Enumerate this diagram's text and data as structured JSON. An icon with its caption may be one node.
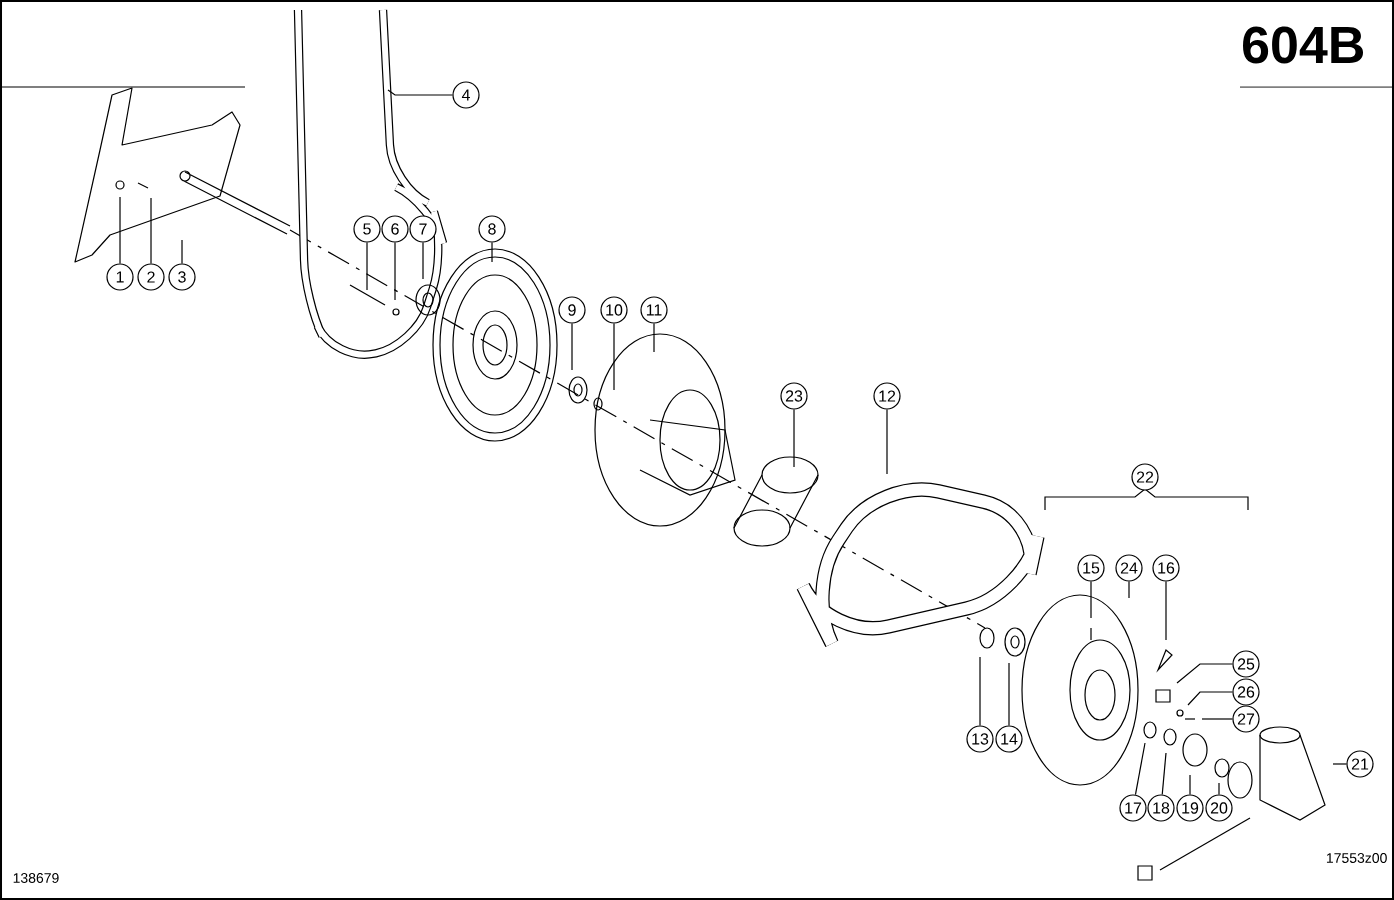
{
  "diagram": {
    "nodes": [
      {
        "text": [
          "1"
        ]
      },
      {
        "text": [
          "2"
        ]
      },
      {
        "text": [
          "3"
        ]
      },
      {
        "text": [
          "4"
        ]
      },
      {
        "text": [
          "5"
        ]
      },
      {
        "text": [
          "6"
        ]
      },
      {
        "text": [
          "7"
        ]
      },
      {
        "text": [
          "8"
        ]
      },
      {
        "text": [
          "9"
        ]
      },
      {
        "text": [
          "10"
        ]
      },
      {
        "text": [
          "11"
        ]
      },
      {
        "text": [
          "12"
        ]
      },
      {
        "text": [
          "13"
        ]
      },
      {
        "text": [
          "14"
        ]
      },
      {
        "text": [
          "15"
        ]
      },
      {
        "text": [
          "16"
        ]
      },
      {
        "text": [
          "17"
        ]
      },
      {
        "text": [
          "18"
        ]
      },
      {
        "text": [
          "19"
        ]
      },
      {
        "text": [
          "20"
        ]
      },
      {
        "text": [
          "21"
        ]
      },
      {
        "text": [
          "22"
        ]
      },
      {
        "text": [
          "23"
        ]
      },
      {
        "text": [
          "24"
        ]
      },
      {
        "text": [
          "25"
        ]
      },
      {
        "text": [
          "26"
        ]
      },
      {
        "text": [
          "27"
        ]
      }
    ],
    "edges": [
      {
        "from": 0,
        "to": null,
        "arrow": "none"
      },
      {
        "from": 1,
        "to": null,
        "arrow": "none"
      },
      {
        "from": 2,
        "to": null,
        "arrow": "none"
      },
      {
        "from": 3,
        "to": null,
        "arrow": "none"
      },
      {
        "from": 4,
        "to": null,
        "arrow": "none"
      },
      {
        "from": 5,
        "to": null,
        "arrow": "none"
      },
      {
        "from": 6,
        "to": null,
        "arrow": "none"
      },
      {
        "from": 7,
        "to": null,
        "arrow": "none"
      },
      {
        "from": 8,
        "to": null,
        "arrow": "none"
      },
      {
        "from": 9,
        "to": null,
        "arrow": "none"
      },
      {
        "from": 10,
        "to": null,
        "arrow": "none"
      },
      {
        "from": 11,
        "to": null,
        "arrow": "none"
      },
      {
        "from": 12,
        "to": null,
        "arrow": "none"
      },
      {
        "from": 13,
        "to": null,
        "arrow": "none"
      },
      {
        "from": 14,
        "to": null,
        "arrow": "none"
      },
      {
        "from": 15,
        "to": null,
        "arrow": "none"
      },
      {
        "from": 16,
        "to": null,
        "arrow": "none"
      },
      {
        "from": 17,
        "to": null,
        "arrow": "none"
      },
      {
        "from": 18,
        "to": null,
        "arrow": "none"
      },
      {
        "from": 19,
        "to": null,
        "arrow": "none"
      },
      {
        "from": 20,
        "to": null,
        "arrow": "none"
      },
      {
        "from": 22,
        "to": null,
        "arrow": "none"
      },
      {
        "from": 23,
        "to": null,
        "arrow": "none"
      },
      {
        "from": 24,
        "to": null,
        "arrow": "none"
      },
      {
        "from": 25,
        "to": null,
        "arrow": "none"
      },
      {
        "from": 26,
        "to": null,
        "arrow": "none"
      }
    ],
    "labels": [
      "604B",
      "138679",
      "17553z00"
    ]
  }
}
